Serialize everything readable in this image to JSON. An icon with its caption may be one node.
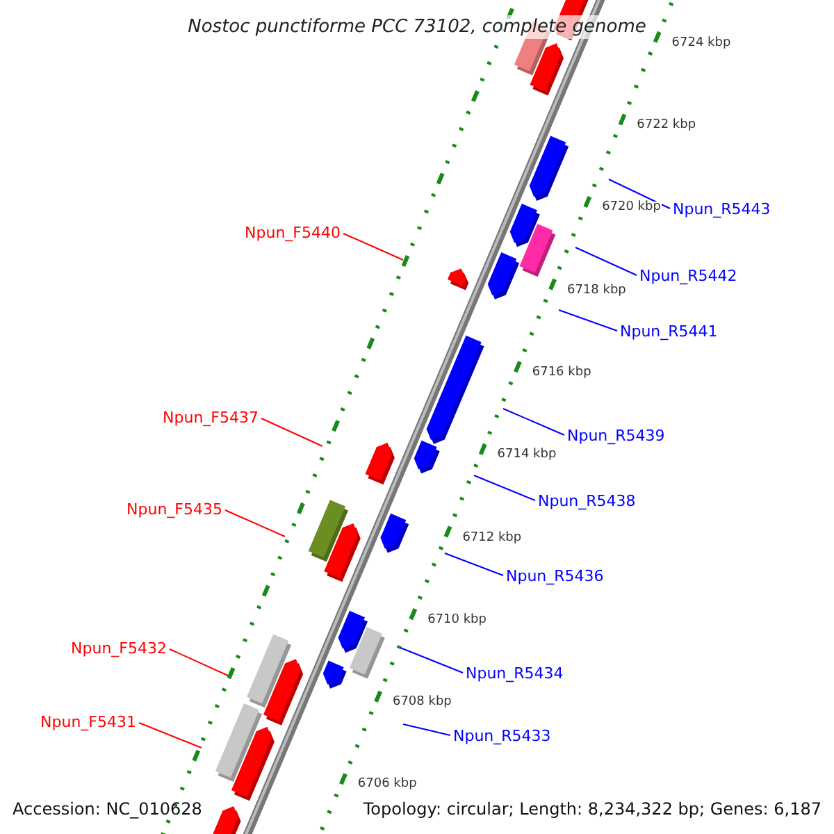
{
  "diagram": {
    "title": "Nostoc punctiforme PCC 73102, complete genome",
    "nodes": [
      {
        "text": [
          "Npun_F5440"
        ]
      },
      {
        "text": [
          "Npun_F5437"
        ]
      },
      {
        "text": [
          "Npun_F5435"
        ]
      },
      {
        "text": [
          "Npun_F5432"
        ]
      },
      {
        "text": [
          "Npun_F5431"
        ]
      },
      {
        "text": [
          "Npun_R5443"
        ]
      },
      {
        "text": [
          "Npun_R5442"
        ]
      },
      {
        "text": [
          "Npun_R5441"
        ]
      },
      {
        "text": [
          "Npun_R5439"
        ]
      },
      {
        "text": [
          "Npun_R5438"
        ]
      },
      {
        "text": [
          "Npun_R5436"
        ]
      },
      {
        "text": [
          "Npun_R5434"
        ]
      },
      {
        "text": [
          "Npun_R5433"
        ]
      }
    ],
    "edges": [
      {
        "from": 0,
        "to": null,
        "arrow": "none",
        "color": "#ff0000"
      },
      {
        "from": 1,
        "to": null,
        "arrow": "none",
        "color": "#ff0000"
      },
      {
        "from": 2,
        "to": null,
        "arrow": "none",
        "color": "#ff0000"
      },
      {
        "from": 3,
        "to": null,
        "arrow": "none",
        "color": "#ff0000"
      },
      {
        "from": 4,
        "to": null,
        "arrow": "none",
        "color": "#ff0000"
      },
      {
        "from": 5,
        "to": null,
        "arrow": "none"
      },
      {
        "from": 6,
        "to": null,
        "arrow": "none"
      },
      {
        "from": 7,
        "to": null,
        "arrow": "none"
      },
      {
        "from": 8,
        "to": null,
        "arrow": "none"
      },
      {
        "from": 9,
        "to": null,
        "arrow": "none"
      },
      {
        "from": 10,
        "to": null,
        "arrow": "none"
      },
      {
        "from": 11,
        "to": null,
        "arrow": "none"
      },
      {
        "from": 12,
        "to": null,
        "arrow": "none"
      }
    ],
    "labels": [
      "6724 kbp",
      "6722 kbp",
      "6720 kbp",
      "6718 kbp",
      "6716 kbp",
      "6714 kbp",
      "6712 kbp",
      "6710 kbp",
      "6708 kbp",
      "6706 kbp",
      "Accession: NC_010628",
      "Topology: circular; Length: 8,234,322 bp; Genes: 6,187"
    ]
  }
}
